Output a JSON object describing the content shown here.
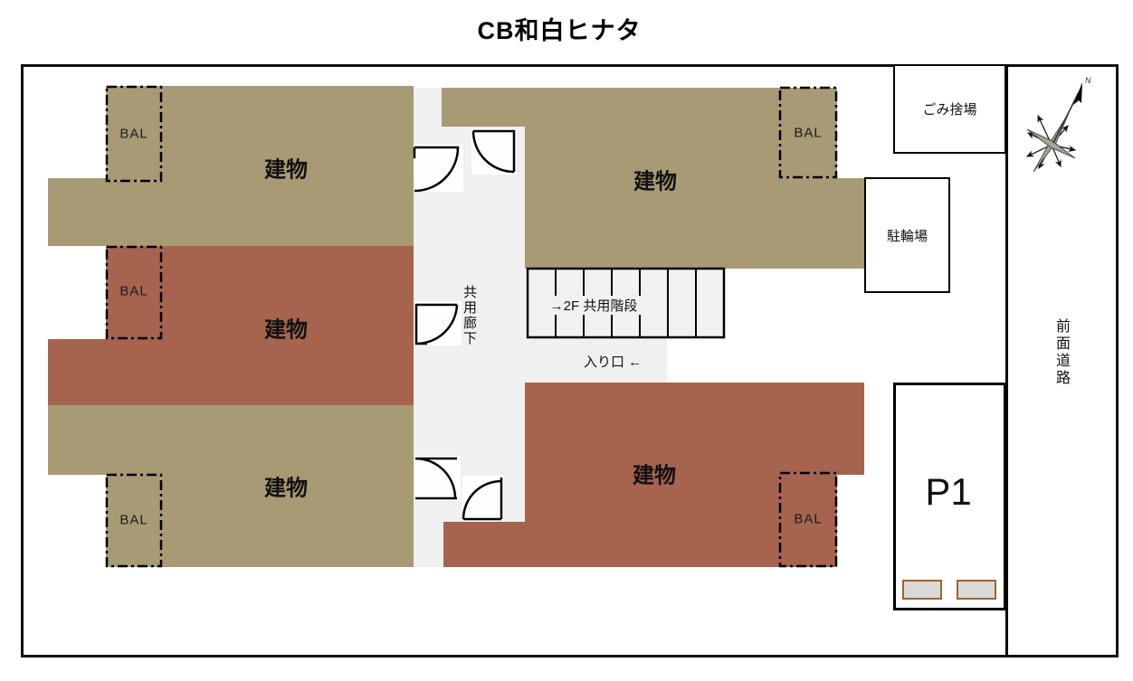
{
  "title": "CB和白ヒナタ",
  "labels": {
    "building": "建物",
    "balcony": "BAL",
    "shared_corridor": "共用廊下",
    "stairs_to_2f": "→2F 共用階段",
    "entrance": "入り口 ←",
    "garbage_area": "ごみ捨場",
    "bicycle_parking": "駐輪場",
    "parking_space": "P1",
    "front_road": "前面道路",
    "north_mark": "N"
  },
  "colors": {
    "building_tan": "#a79a75",
    "building_red": "#a6634e",
    "corridor_gray": "#f0f0f0",
    "outline_black": "#111111",
    "wheel_stop_fill": "#d9d9d9",
    "wheel_stop_border": "#a0622d"
  }
}
